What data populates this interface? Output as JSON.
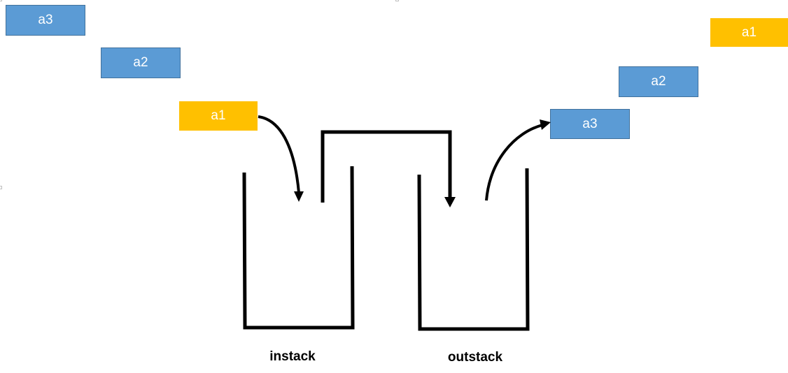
{
  "left_items": {
    "a3": "a3",
    "a2": "a2",
    "a1": "a1"
  },
  "right_items": {
    "a1": "a1",
    "a2": "a2",
    "a3": "a3"
  },
  "stacks": {
    "instack_label": "instack",
    "outstack_label": "outstack"
  },
  "colors": {
    "blue": "#5b9bd5",
    "gold": "#ffc000",
    "line": "#000000"
  }
}
